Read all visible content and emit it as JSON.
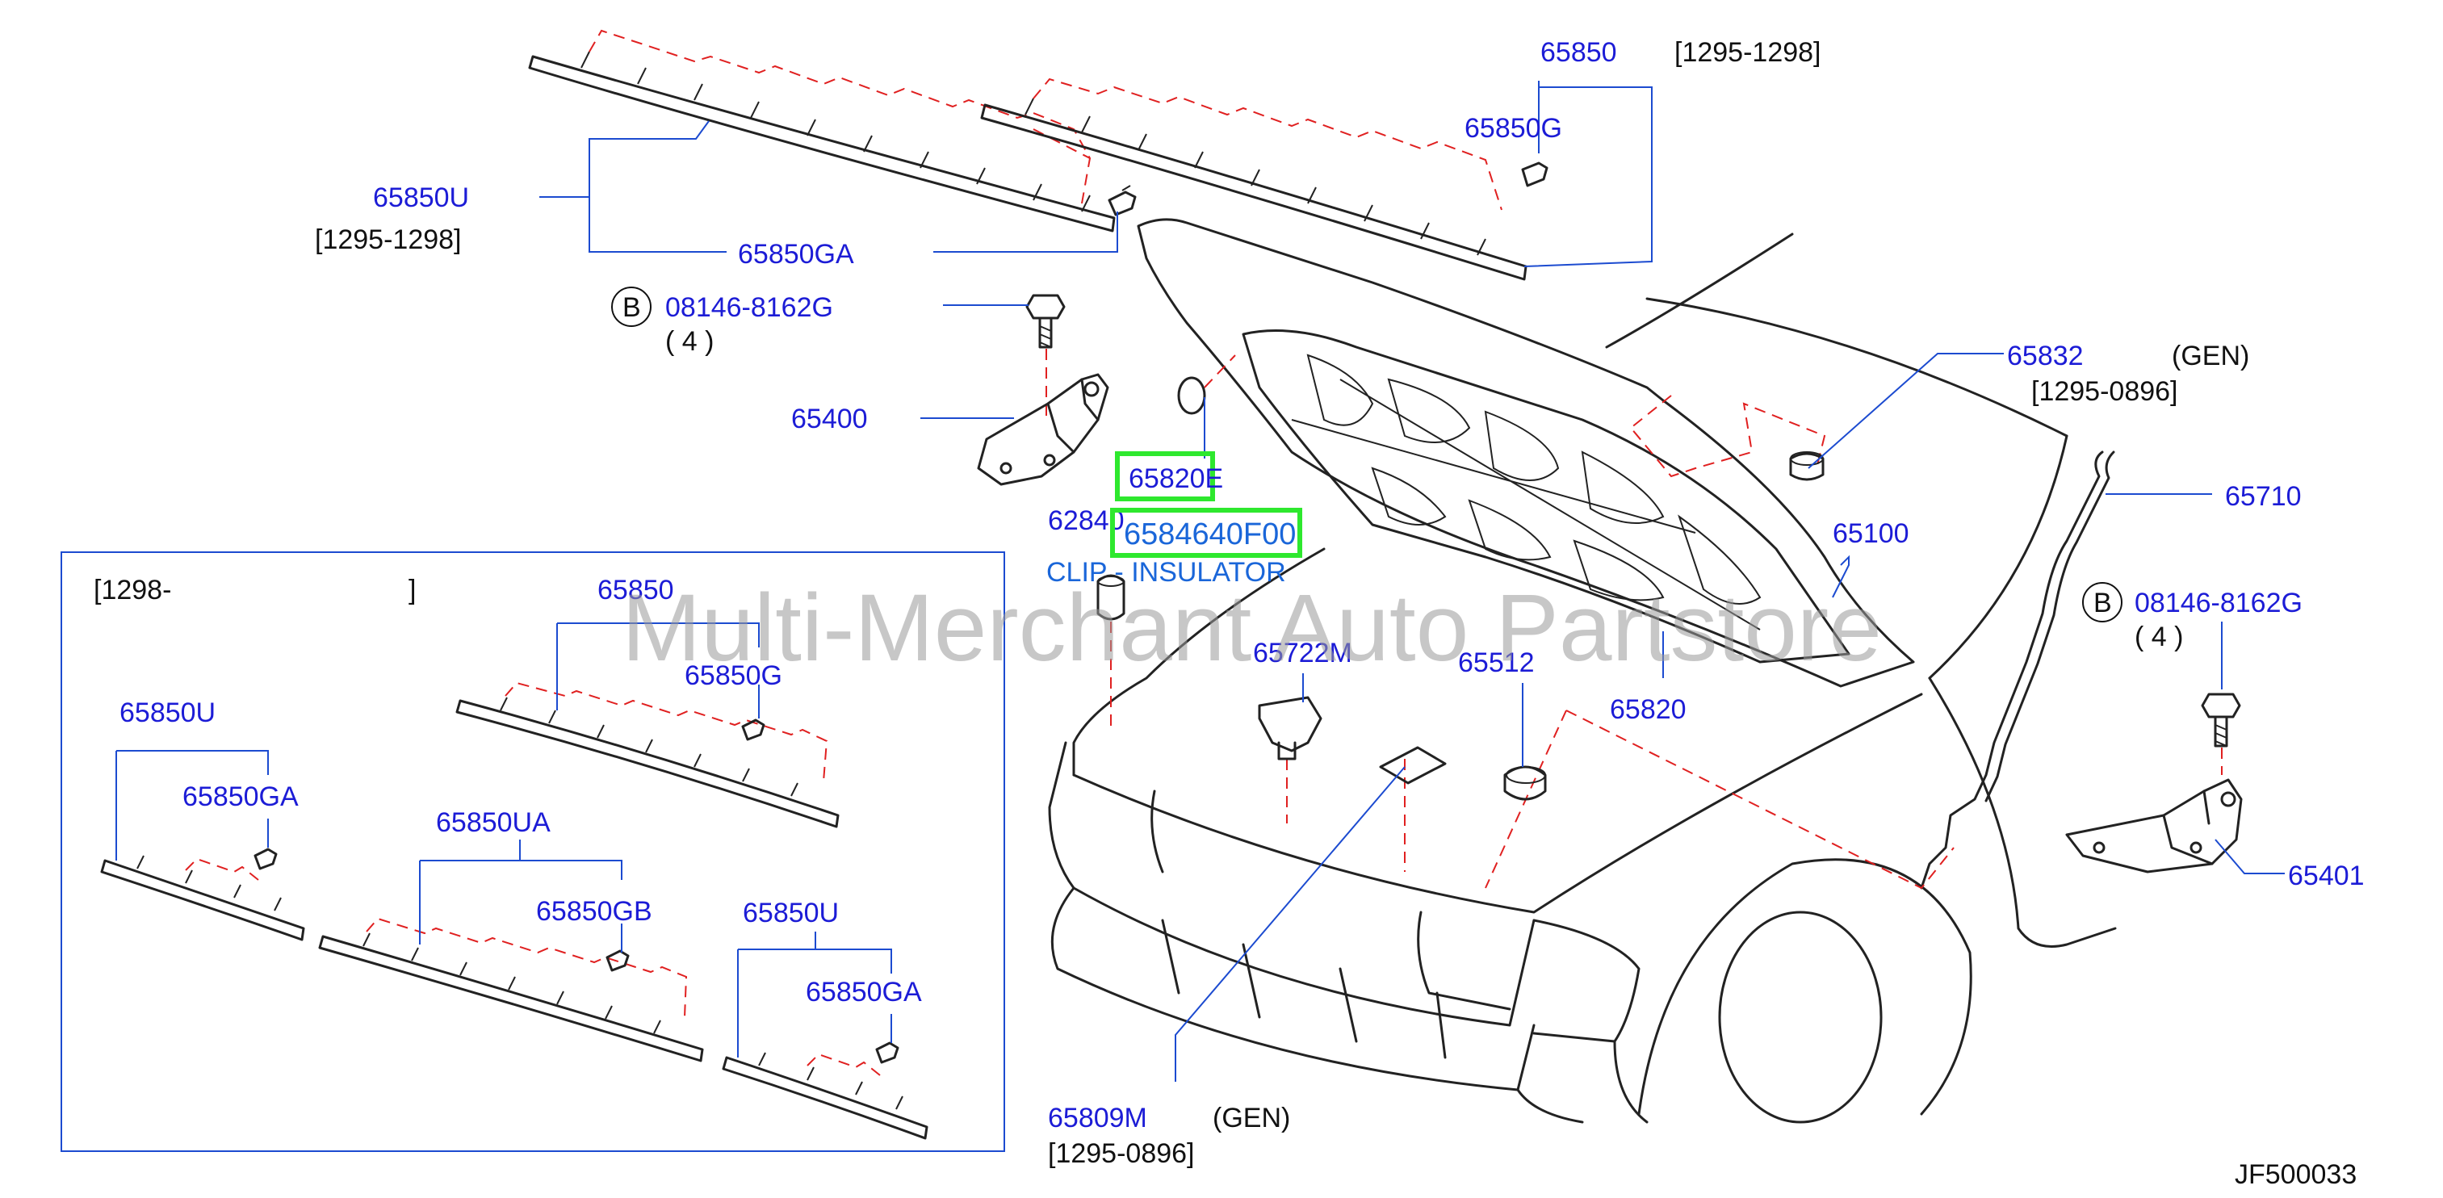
{
  "parts": {
    "p65850_top": "65850",
    "range_top": "[1295-1298]",
    "p65850G_top": "65850G",
    "p65850U_top": "65850U",
    "range_left": "[1295-1298]",
    "p65850GA_top": "65850GA",
    "bolt_marker": "B",
    "bolt_left": "08146-8162G",
    "qty_left": "( 4 )",
    "p65400": "65400",
    "p65820E": "65820E",
    "p62840": "62840",
    "p6584640F00": "6584640F00",
    "clip_insulator": "CLIP - INSULATOR",
    "p65832": "65832",
    "gen_65832": "(GEN)",
    "range_65832": "[1295-0896]",
    "p65710": "65710",
    "p65100": "65100",
    "bolt_marker_right": "B",
    "bolt_right": "08146-8162G",
    "qty_right": "( 4 )",
    "p65722M": "65722M",
    "p65512": "65512",
    "p65820": "65820",
    "p65401": "65401",
    "p65809M": "65809M",
    "gen_65809M": "(GEN)",
    "range_65809M": "[1295-0896]",
    "diagram_code": "JF500033"
  },
  "inset": {
    "range_open": "[1298-",
    "range_close": "]",
    "p65850": "65850",
    "p65850G": "65850G",
    "p65850U_a": "65850U",
    "p65850GA_a": "65850GA",
    "p65850UA": "65850UA",
    "p65850GB": "65850GB",
    "p65850U_b": "65850U",
    "p65850GA_b": "65850GA"
  },
  "watermark": "Multi-Merchant Auto Partstore",
  "colors": {
    "label": "#1c1cd6",
    "leader": "#1c4bd0",
    "dashed_line": "#e02020",
    "highlight_box": "#2ee82e",
    "highlight_text": "#1a66d9"
  }
}
